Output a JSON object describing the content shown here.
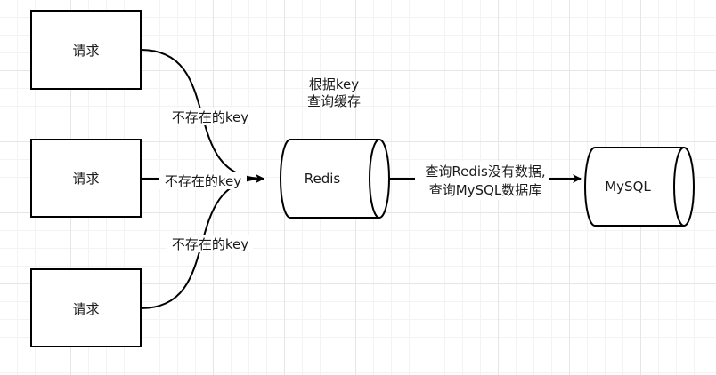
{
  "diagram": {
    "requests": [
      {
        "label": "请求"
      },
      {
        "label": "请求"
      },
      {
        "label": "请求"
      }
    ],
    "edges": [
      {
        "label": "不存在的key"
      },
      {
        "label": "不存在的key"
      },
      {
        "label": "不存在的key"
      }
    ],
    "redis": {
      "label": "Redis",
      "note_line1": "根据key",
      "note_line2": "查询缓存"
    },
    "fallback_edge": {
      "line1": "查询Redis没有数据,",
      "line2": "查询MySQL数据库"
    },
    "mysql": {
      "label": "MySQL"
    },
    "colors": {
      "stroke": "#000000",
      "fill": "#ffffff",
      "text": "#1a1a1a",
      "grid": "#e6e6e6"
    }
  }
}
